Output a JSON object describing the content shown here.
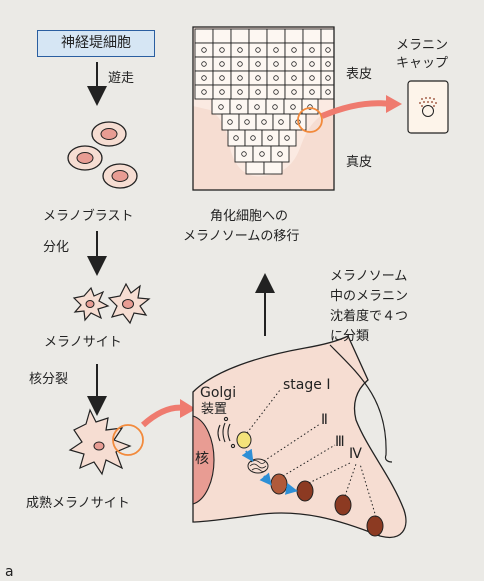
{
  "left_flow": {
    "neural_crest": "神経堤細胞",
    "migration": "遊走",
    "melanoblast": "メラノブラスト",
    "differentiation": "分化",
    "melanocyte": "メラノサイト",
    "nuclear_division": "核分裂",
    "mature_melanocyte": "成熟メラノサイト"
  },
  "skin": {
    "epidermis": "表皮",
    "dermis": "真皮",
    "melanin_cap_line1": "メラニン",
    "melanin_cap_line2": "キャップ",
    "transfer_line1": "角化細胞への",
    "transfer_line2": "メラノソームの移行"
  },
  "classification": {
    "line1": "メラノソーム",
    "line2": "中のメラニン",
    "line3": "沈着度で４つ",
    "line4": "に分類"
  },
  "cell": {
    "golgi_line1": "Golgi",
    "golgi_line2": "装置",
    "nucleus": "核",
    "stage1": "stage Ⅰ",
    "stage2": "Ⅱ",
    "stage3": "Ⅲ",
    "stage4": "Ⅳ"
  },
  "panel_label": "a",
  "colors": {
    "background": "#ebeae6",
    "box_fill": "#d6e6f4",
    "box_border": "#2a5ea0",
    "cell_pink": "#f6ddd2",
    "nucleus_pink": "#e89c93",
    "accent_orange": "#f28a3c",
    "arrow_pink": "#ef7b6f",
    "melanosome_brown": "#8c3a22",
    "blue_arrow": "#2d8fd6"
  }
}
